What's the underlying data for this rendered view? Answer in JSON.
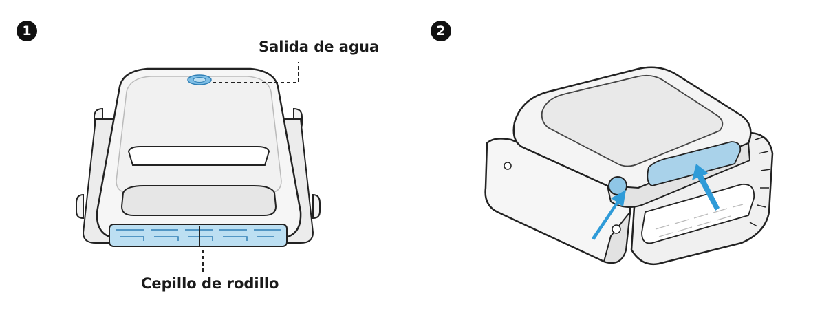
{
  "steps": [
    {
      "number": "1",
      "labels": {
        "water_outlet": "Salida de agua",
        "roller_brush": "Cepillo de rodillo"
      }
    },
    {
      "number": "2"
    }
  ],
  "colors": {
    "outline": "#222222",
    "body_fill": "#f6f6f6",
    "shade": "#e3e3e3",
    "accent_blue": "#2f9bd8",
    "light_blue": "#bcdff2"
  },
  "icons": [
    "water-outlet-grille",
    "roller-brush",
    "arrow-icon",
    "inlet-port"
  ]
}
